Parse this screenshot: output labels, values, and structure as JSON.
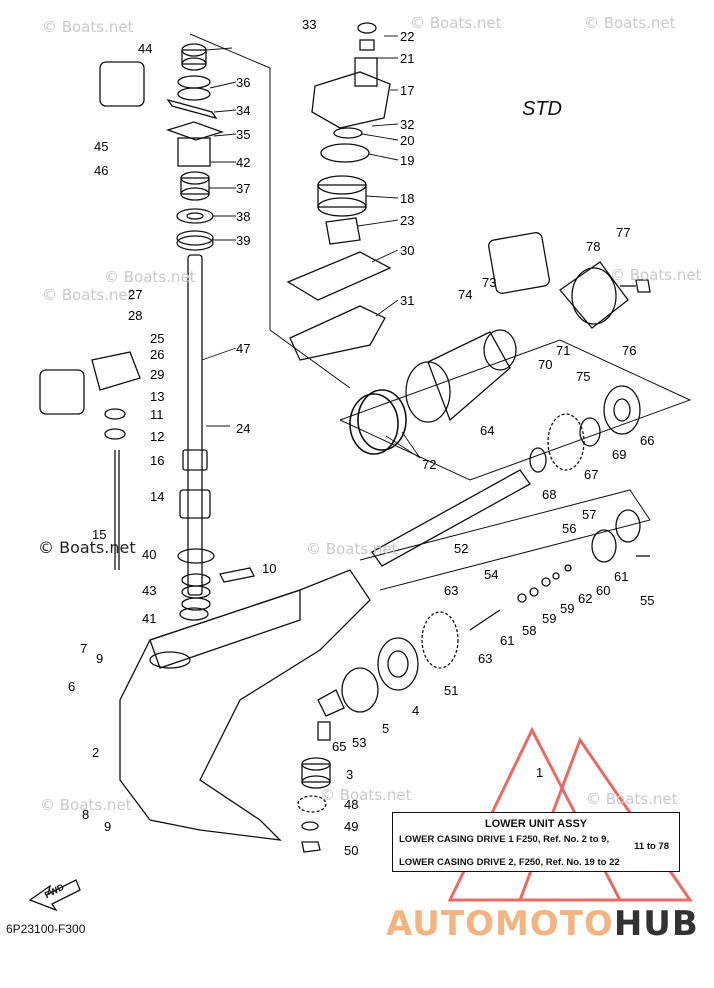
{
  "watermark": "© Boats.net",
  "variant_label": "STD",
  "diagram_code": "6P23100-F300",
  "fwd_label": "FWD",
  "part_numbers": [
    "1",
    "2",
    "3",
    "4",
    "5",
    "6",
    "7",
    "8",
    "9",
    "9",
    "10",
    "11",
    "12",
    "13",
    "14",
    "15",
    "16",
    "17",
    "18",
    "19",
    "20",
    "21",
    "22",
    "23",
    "24",
    "25",
    "26",
    "27",
    "28",
    "29",
    "30",
    "31",
    "32",
    "33",
    "34",
    "35",
    "36",
    "37",
    "38",
    "39",
    "40",
    "41",
    "42",
    "43",
    "44",
    "45",
    "46",
    "47",
    "48",
    "49",
    "50",
    "51",
    "52",
    "53",
    "54",
    "55",
    "56",
    "57",
    "58",
    "59",
    "59",
    "60",
    "61",
    "61",
    "62",
    "63",
    "63",
    "64",
    "65",
    "66",
    "67",
    "68",
    "69",
    "70",
    "71",
    "72",
    "73",
    "74",
    "75",
    "76",
    "77",
    "78"
  ],
  "assy_table": {
    "title": "LOWER UNIT ASSY",
    "row1": "LOWER CASING DRIVE 1 F250,  Ref. No. 2 to 9,",
    "row1_cont": "11 to 78",
    "row2": "LOWER CASING DRIVE 2, F250,  Ref. No. 19 to 22"
  },
  "logo": {
    "part1": "AUTOMOTO",
    "part2": "HUB"
  },
  "colors": {
    "line": "#111111",
    "watermark": "#c9c9c9",
    "logo_red": "#e03a32",
    "logo_orange": "#f2b483",
    "logo_dark": "#333333"
  }
}
